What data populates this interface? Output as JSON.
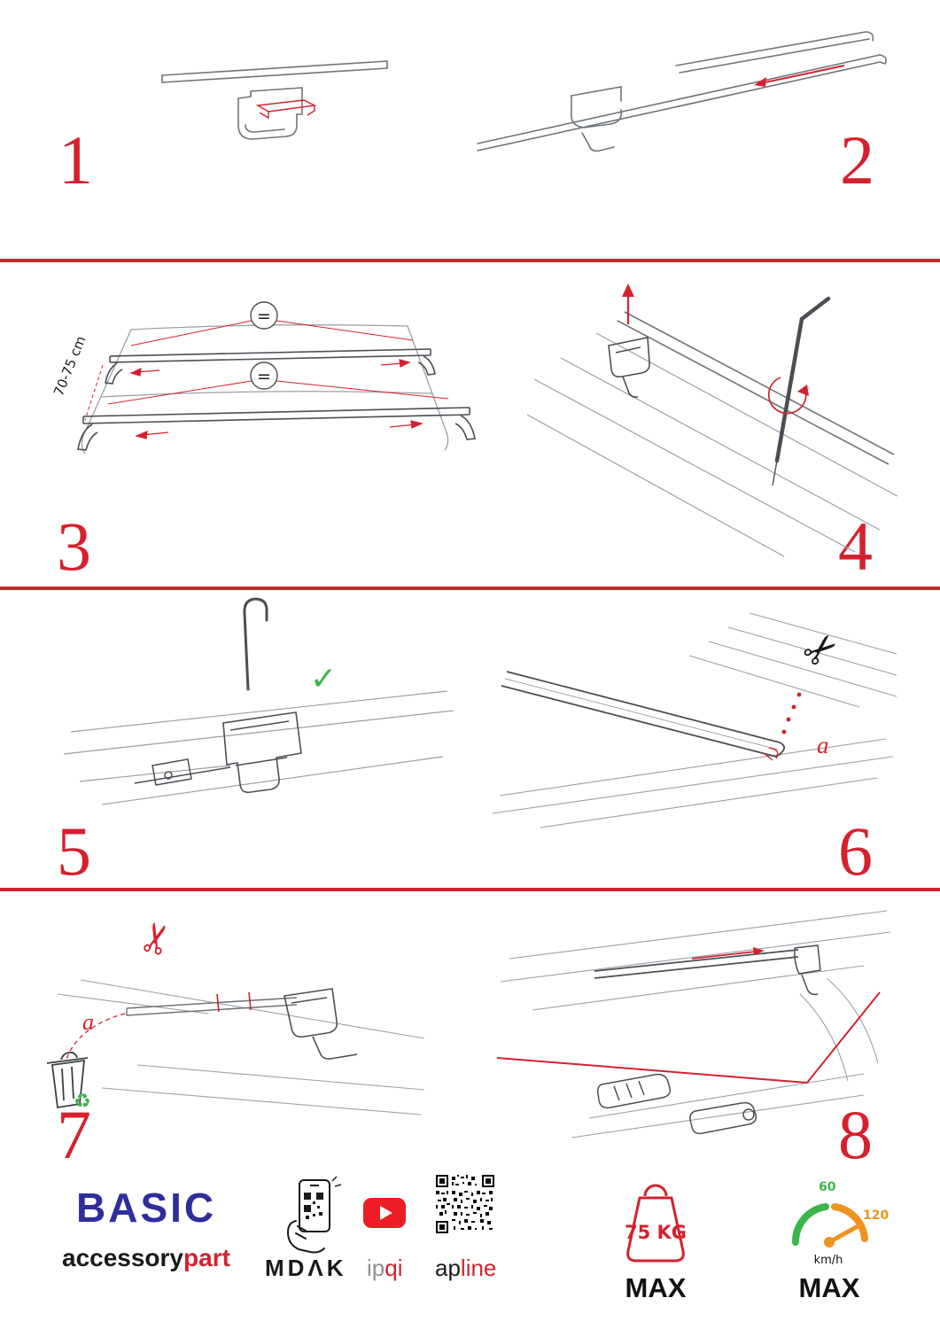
{
  "colors": {
    "accent_red": "#d5212e",
    "logo_blue": "#2e2e9c",
    "success_green": "#3bb54a",
    "gauge_orange": "#f0931e",
    "youtube_red": "#ed1d24"
  },
  "icons": {
    "scissors": "✂",
    "recycle": "♻",
    "check": "✓",
    "equals": "="
  },
  "steps": [
    {
      "number": "1"
    },
    {
      "number": "2"
    },
    {
      "number": "3",
      "measurement_label": "70-75 cm"
    },
    {
      "number": "4"
    },
    {
      "number": "5"
    },
    {
      "number": "6",
      "part_label": "a"
    },
    {
      "number": "7",
      "part_label": "a"
    },
    {
      "number": "8"
    }
  ],
  "footer": {
    "logo_primary": "BASIC",
    "logo_secondary_black": "accessory",
    "logo_secondary_red": "part",
    "brand_mdak": "MDΛK",
    "brand_ipqi_gray": "ip",
    "brand_ipqi_red": "qi",
    "brand_apline_black": "ap",
    "brand_apline_red": "line",
    "weight_limit": "75 KG",
    "weight_max_label": "MAX",
    "speed_low": "60",
    "speed_high": "120",
    "speed_unit": "km/h",
    "speed_max_label": "MAX"
  }
}
